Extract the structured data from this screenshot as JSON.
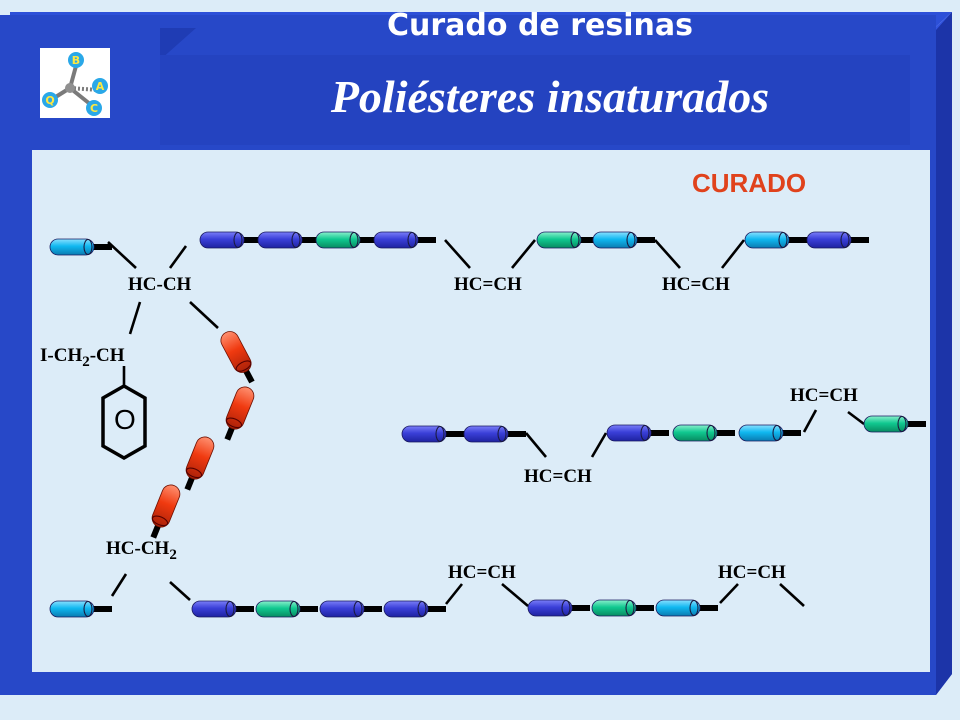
{
  "header": {
    "title": "Curado de resinas",
    "subtitle": "Poliésteres insaturados"
  },
  "logo": {
    "letters": [
      "B",
      "A",
      "C",
      "Q"
    ]
  },
  "curado_label": "CURADO",
  "labels": {
    "hc_ch_top": "HC-CH",
    "i_ch2_ch": {
      "a": "I-CH",
      "sub": "2",
      "b": "-CH"
    },
    "ring_char": "O",
    "hc_ch2": {
      "a": "HC-CH",
      "sub": "2"
    },
    "hcch_1": "HC=CH",
    "hcch_2": "HC=CH",
    "hcch_3": "HC=CH",
    "hcch_4": "HC=CH",
    "hcch_5": "HC=CH",
    "hcch_6": "HC=CH"
  },
  "colors": {
    "frame_blue": "#2748c8",
    "frame_dark": "#1c34a8",
    "panel": "#dcecf8",
    "seg_dark_blue": "#3a3fd8",
    "seg_cyan": "#10b8f0",
    "seg_green": "#10c890",
    "seg_red": "#f03a10",
    "accent_orange": "#e0421c"
  }
}
